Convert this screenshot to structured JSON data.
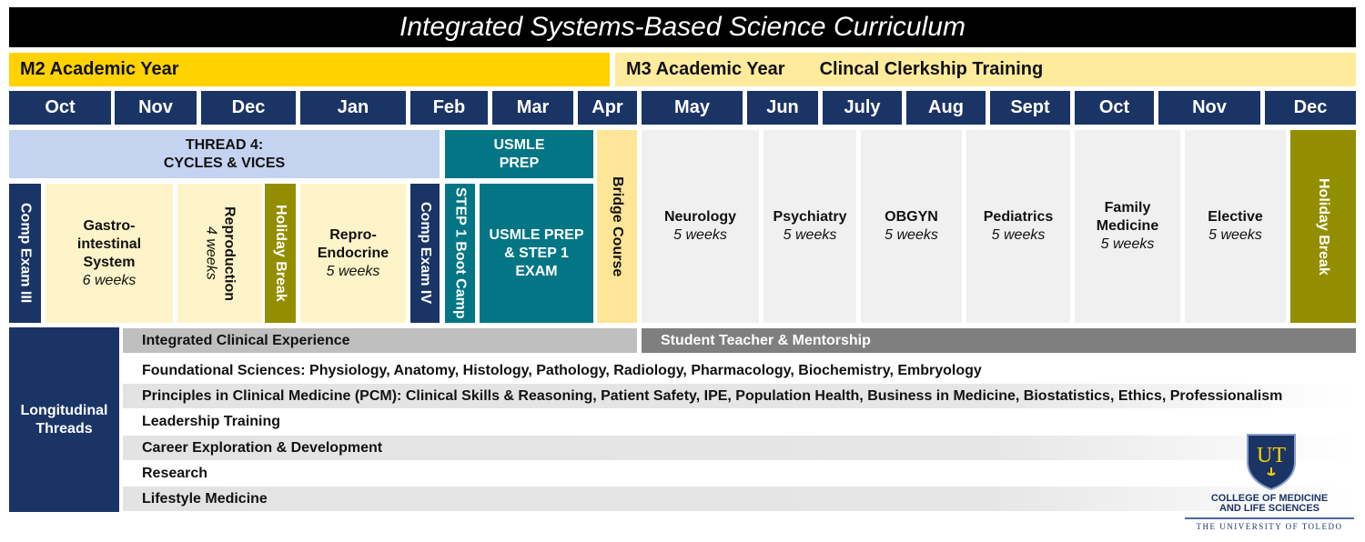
{
  "title": "Integrated Systems-Based Science Curriculum",
  "m2": "M2 Academic Year",
  "m3": "M3 Academic Year",
  "m3_sub": "Clincal Clerkship Training",
  "months": [
    "Oct",
    "Nov",
    "Dec",
    "Jan",
    "Feb",
    "Mar",
    "Apr",
    "May",
    "Jun",
    "July",
    "Aug",
    "Sept",
    "Oct",
    "Nov",
    "Dec"
  ],
  "thread4": {
    "line1": "THREAD 4:",
    "line2": "CYCLES & VICES"
  },
  "usmle_prep": {
    "line1": "USMLE",
    "line2": "PREP"
  },
  "bridge": "Bridge Course",
  "blocks": {
    "comp3": "Comp Exam III",
    "gi": {
      "l1": "Gastro-",
      "l2": "intestinal",
      "l3": "System",
      "w": "6 weeks"
    },
    "repro": {
      "name": "Reproduction",
      "w": "4 weeks"
    },
    "holiday1": "Holiday Break",
    "reproendo": {
      "l1": "Repro-",
      "l2": "Endocrine",
      "w": "5 weeks"
    },
    "comp4": "Comp Exam IV",
    "boot": "STEP 1 Boot Camp",
    "step1": {
      "l1": "USMLE PREP",
      "l2": "& STEP 1",
      "l3": "EXAM"
    }
  },
  "clerkships": [
    {
      "name": "Neurology",
      "w": "5 weeks"
    },
    {
      "name": "Psychiatry",
      "w": "5 weeks"
    },
    {
      "name": "OBGYN",
      "w": "5 weeks"
    },
    {
      "name": "Pediatrics",
      "w": "5 weeks"
    },
    {
      "name": "Family Medicine",
      "w": "5 weeks"
    },
    {
      "name": "Elective",
      "w": "5 weeks"
    }
  ],
  "holiday2": "Holiday Break",
  "longitudinal": "Longitudinal Threads",
  "ice": "Integrated Clinical Experience",
  "stm": "Student Teacher & Mentorship",
  "threads": [
    "Foundational Sciences: Physiology, Anatomy, Histology, Pathology, Radiology, Pharmacology, Biochemistry, Embryology",
    "Principles in Clinical Medicine (PCM): Clinical Skills & Reasoning, Patient Safety, IPE, Population Health, Business in Medicine, Biostatistics, Ethics, Professionalism",
    "Leadership Training",
    "Career Exploration & Development",
    "Research",
    "Lifestyle Medicine"
  ],
  "logo": {
    "mark": "UT",
    "line1": "COLLEGE OF MEDICINE",
    "line2": "AND LIFE SCIENCES",
    "line3": "THE UNIVERSITY OF TOLEDO"
  }
}
